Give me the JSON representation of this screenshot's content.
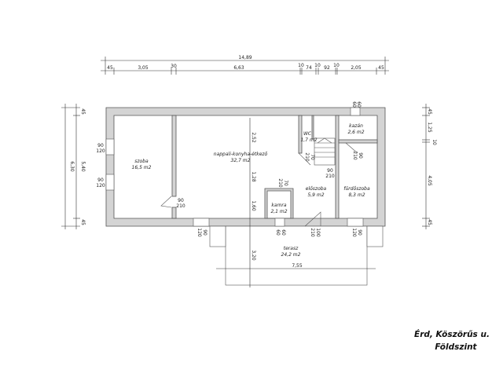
{
  "title": {
    "line1": "Érd, Köszörűs u.",
    "line2": "Földszint"
  },
  "rooms": {
    "szoba": {
      "name": "szoba",
      "area": "16,5 m2"
    },
    "nappali": {
      "name": "nappali-konyha-étkező",
      "area": "32,7 m2"
    },
    "wc": {
      "name": "WC",
      "area": "1,7 m2"
    },
    "kazan": {
      "name": "kazán",
      "area": "2,6 m2"
    },
    "eloszoba": {
      "name": "előszoba",
      "area": "5,9 m2"
    },
    "furdoszoba": {
      "name": "fürdőszoba",
      "area": "8,3 m2"
    },
    "kamra": {
      "name": "kamra",
      "area": "2,1 m2"
    },
    "terasz": {
      "name": "terasz",
      "area": "24,2 m2"
    }
  },
  "dims_top": {
    "total": "14,89",
    "parts": [
      "45",
      "3,05",
      "30",
      "6,63",
      "10",
      "74",
      "10",
      "92",
      "10",
      "2,05",
      "45"
    ]
  },
  "dims_left": {
    "total": "6,30",
    "parts": [
      "45",
      "5,40",
      "45"
    ]
  },
  "dims_right": {
    "parts": [
      "45",
      "1,25",
      "10",
      "4,05",
      "45"
    ]
  },
  "dims_inner": {
    "a": "2,52",
    "b": "1,28",
    "c": "1,60",
    "terrace_depth": "3,20",
    "terrace_width": "7,55"
  },
  "openings": {
    "win_left_1": {
      "w": "90",
      "h": "120"
    },
    "win_left_2": {
      "w": "90",
      "h": "120"
    },
    "door_szoba": {
      "w": "90",
      "h": "210"
    },
    "door_terrace_left": {
      "w": "90",
      "h": "120"
    },
    "win_kazan": {
      "w": "60",
      "h": "60"
    },
    "door_wc": {
      "w": "70",
      "h": "210"
    },
    "door_stair": {
      "w": "90",
      "h": "210"
    },
    "door_kazan": {
      "w": "90",
      "h": "210"
    },
    "door_kamra": {
      "w": "70",
      "h": "210"
    },
    "win_kamra": {
      "w": "60",
      "h": "60"
    },
    "door_entry": {
      "w": "100",
      "h": "210"
    },
    "door_terrace_right": {
      "w": "90",
      "h": "120"
    }
  }
}
